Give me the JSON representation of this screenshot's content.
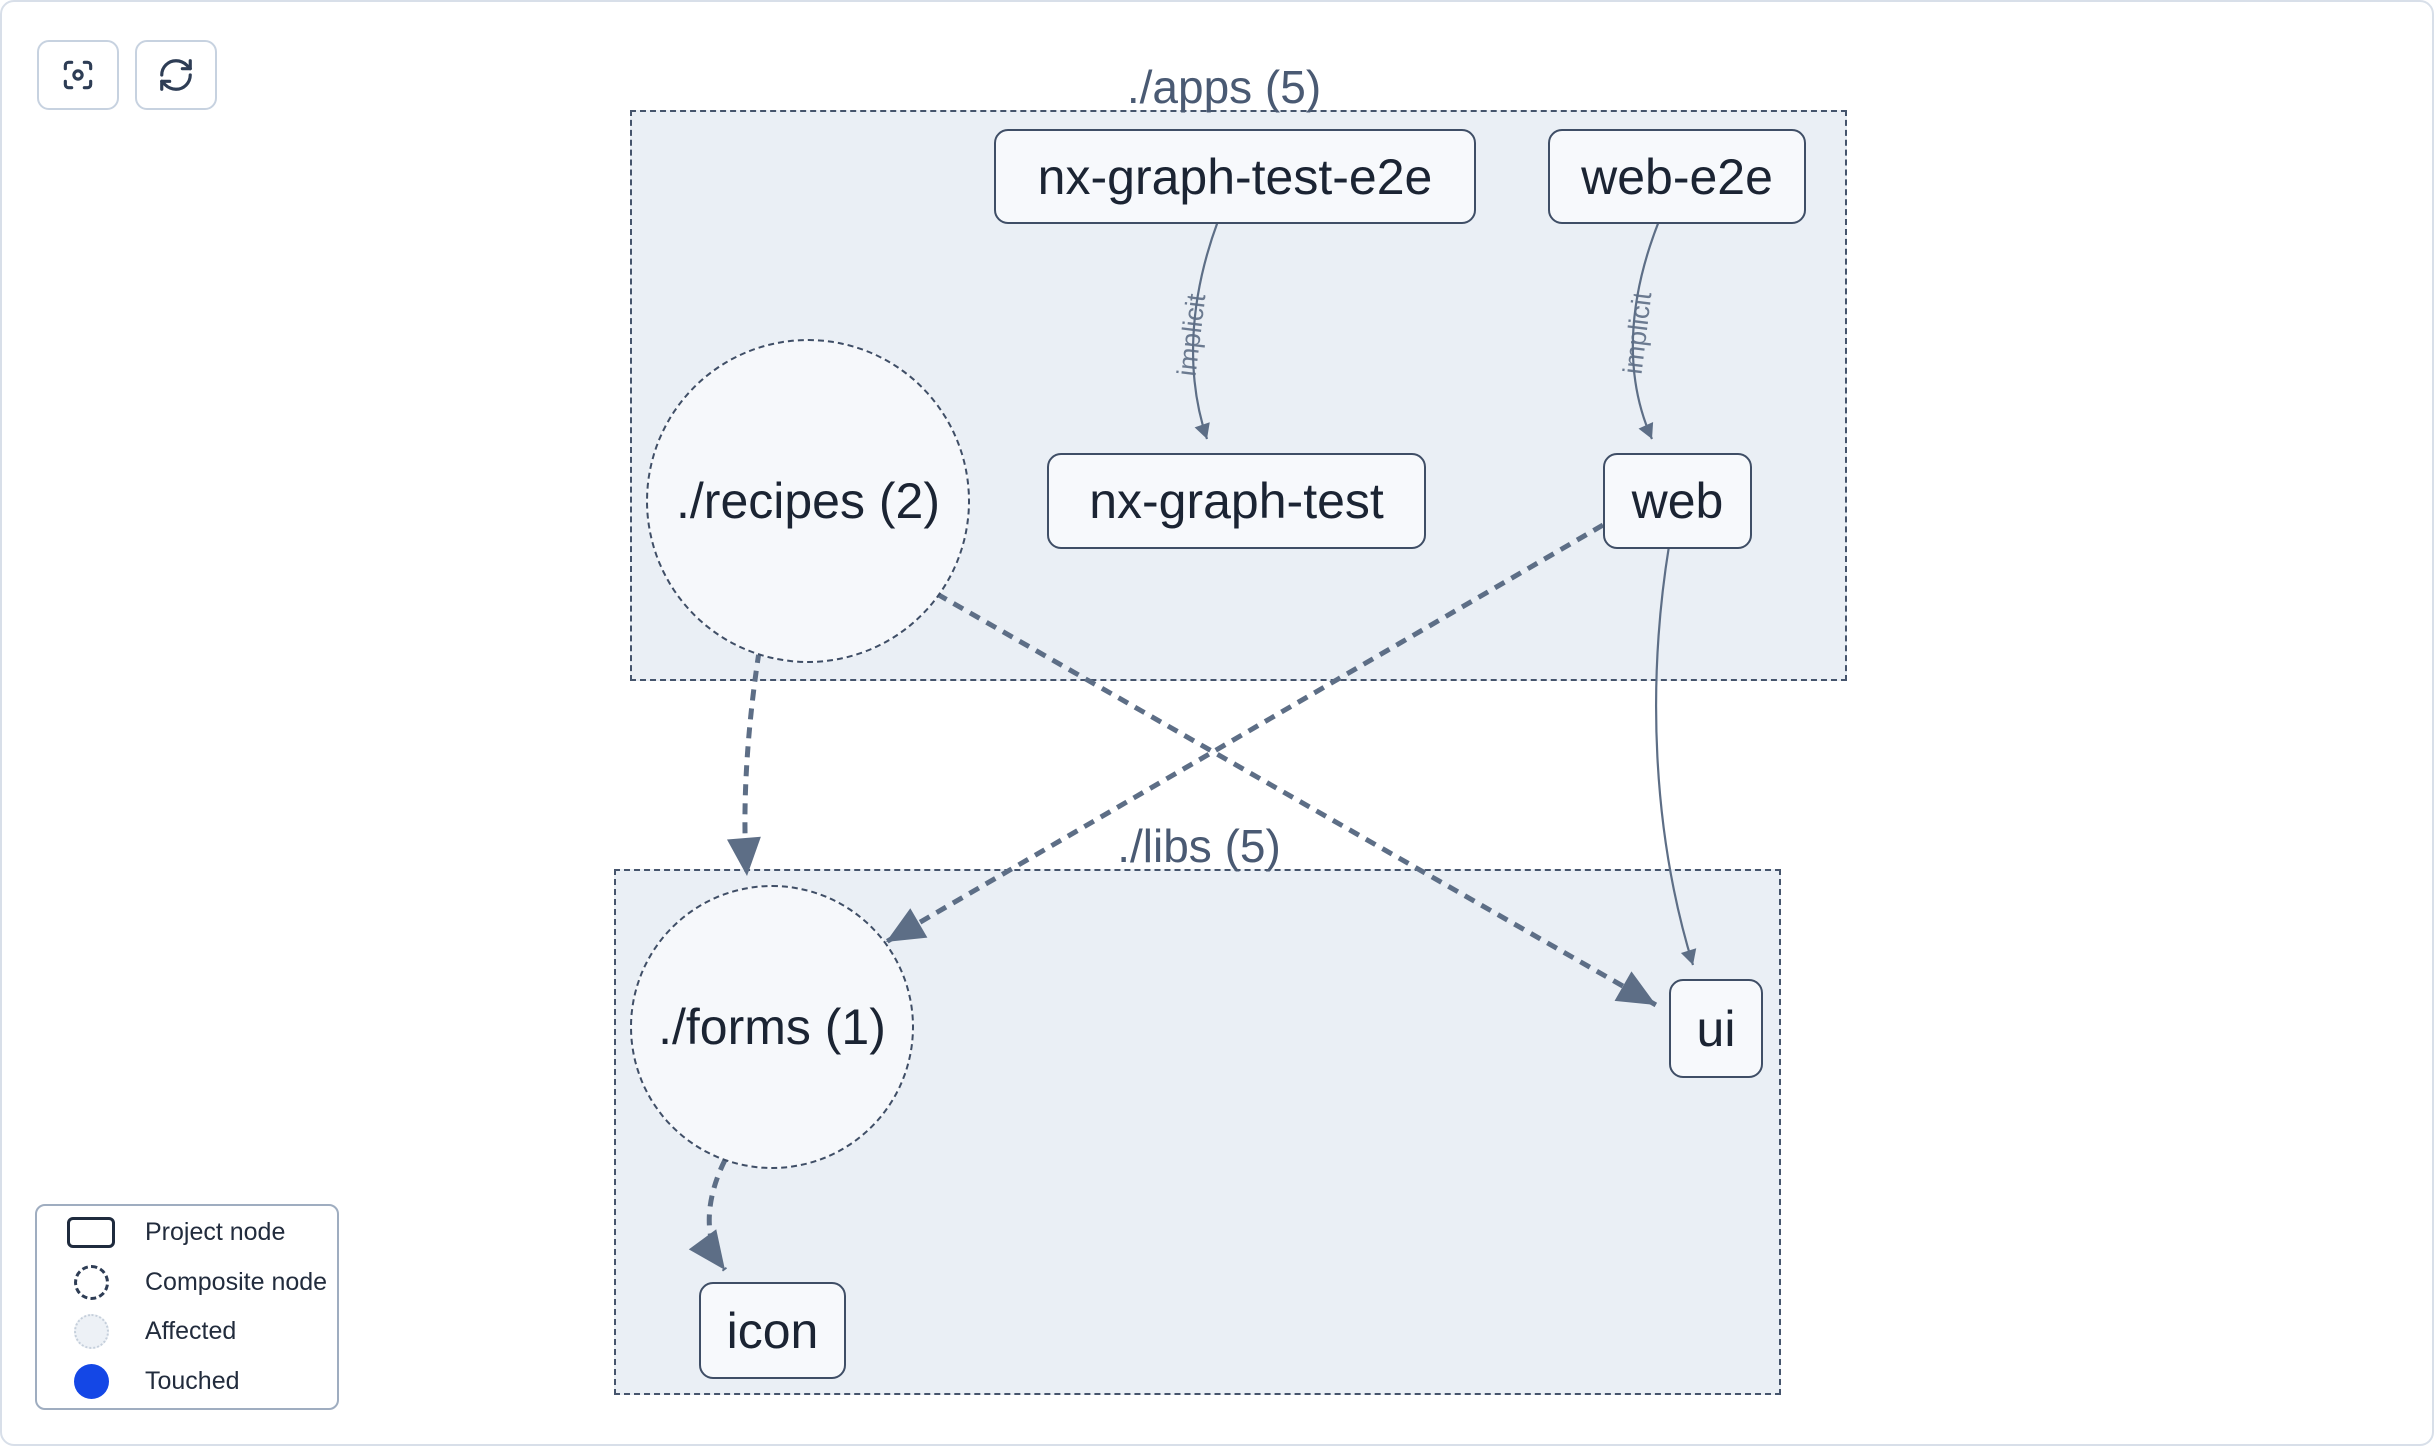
{
  "toolbar": {
    "buttons": [
      {
        "icon": "focus-icon"
      },
      {
        "icon": "refresh-icon"
      }
    ]
  },
  "groups": [
    {
      "id": "apps",
      "label": "./apps (5)"
    },
    {
      "id": "libs",
      "label": "./libs (5)"
    }
  ],
  "nodes": [
    {
      "label": "nx-graph-test-e2e",
      "type": "project",
      "group": "apps"
    },
    {
      "label": "web-e2e",
      "type": "project",
      "group": "apps"
    },
    {
      "label": "./recipes (2)",
      "type": "composite",
      "group": "apps"
    },
    {
      "label": "nx-graph-test",
      "type": "project",
      "group": "apps"
    },
    {
      "label": "web",
      "type": "project",
      "group": "apps"
    },
    {
      "label": "./forms (1)",
      "type": "composite",
      "group": "libs"
    },
    {
      "label": "ui",
      "type": "project",
      "group": "libs"
    },
    {
      "label": "icon",
      "type": "project",
      "group": "libs"
    }
  ],
  "edges": [
    {
      "from": "nx-graph-test-e2e",
      "to": "nx-graph-test",
      "label": "implicit",
      "style": "solid-thin"
    },
    {
      "from": "web-e2e",
      "to": "web",
      "label": "implicit",
      "style": "solid-thin"
    },
    {
      "from": "./recipes (2)",
      "to": "./forms (1)",
      "label": "",
      "style": "dashed-thick"
    },
    {
      "from": "./recipes (2)",
      "to": "ui",
      "label": "",
      "style": "dashed-thick"
    },
    {
      "from": "web",
      "to": "./forms (1)",
      "label": "",
      "style": "dashed-thick"
    },
    {
      "from": "web",
      "to": "ui",
      "label": "",
      "style": "solid-thin"
    },
    {
      "from": "./forms (1)",
      "to": "icon",
      "label": "",
      "style": "dashed-thick"
    }
  ],
  "legend": {
    "items": [
      {
        "swatch": "project-node-swatch",
        "label": "Project node"
      },
      {
        "swatch": "composite-node-swatch",
        "label": "Composite node"
      },
      {
        "swatch": "affected-swatch",
        "label": "Affected"
      },
      {
        "swatch": "touched-swatch",
        "label": "Touched"
      }
    ]
  },
  "colors": {
    "touched_blue": "#1447e6",
    "edge_slate": "#5d6e86",
    "node_border": "#3f4e66",
    "group_fill": "#eaeff5",
    "node_fill": "#f7f9fc",
    "group_label_text": "#4a5a73",
    "node_text": "#1b2433",
    "canvas_border": "#d8dfe9"
  }
}
